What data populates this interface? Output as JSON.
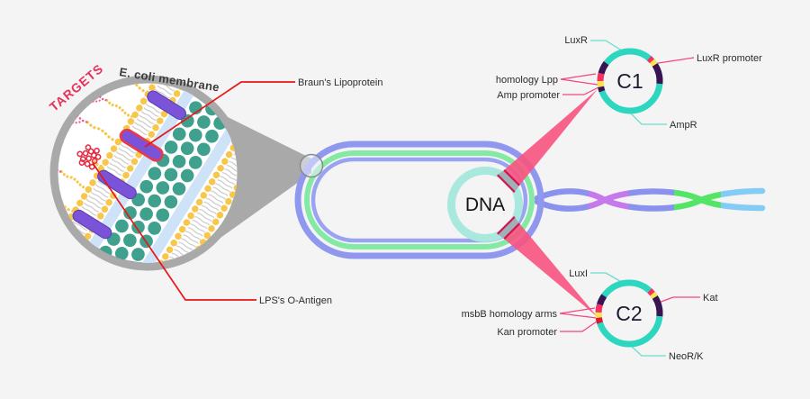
{
  "inset": {
    "targets": "TARGETS",
    "membrane": "E. coli membrane",
    "callout_braun": "Braun's Lipoprotein",
    "callout_lps": "LPS's O-Antigen"
  },
  "cell": {
    "dna": "DNA"
  },
  "plasmids": {
    "c1": {
      "name": "C1",
      "lux": "LuxR",
      "lux_promoter": "LuxR promoter",
      "homology": "homology Lpp",
      "promoter2": "Amp promoter",
      "resistance": "AmpR"
    },
    "c2": {
      "name": "C2",
      "lux": "LuxI",
      "kat": "Kat",
      "homology": "msbB homology arms",
      "promoter2": "Kan promoter",
      "resistance": "NeoR/K"
    }
  },
  "colors": {
    "background": "#f4f4f5",
    "cone_gray": "#a9a9a9",
    "membrane_yellow": "#f7c64b",
    "o_antigen_pink": "#f0558d",
    "target_red": "#e62e44",
    "lipoprotein_purple": "#7b53d8",
    "peptidoglycan_teal": "#3fa08e",
    "periplasm_blue": "#cfe3f8",
    "cell_outer_purple": "#8f97ef",
    "cell_green": "#85e9a6",
    "dna_ring_mint": "#a9e8dc",
    "beam_pink": "#f8537f",
    "beam_crimson": "#d3154d",
    "plasmid_teal": "#2dd6be",
    "segment_purple": "#3b1252",
    "segment_pink": "#fb2e63",
    "segment_yellow": "#ffe14b",
    "callout_red": "#e91616"
  }
}
